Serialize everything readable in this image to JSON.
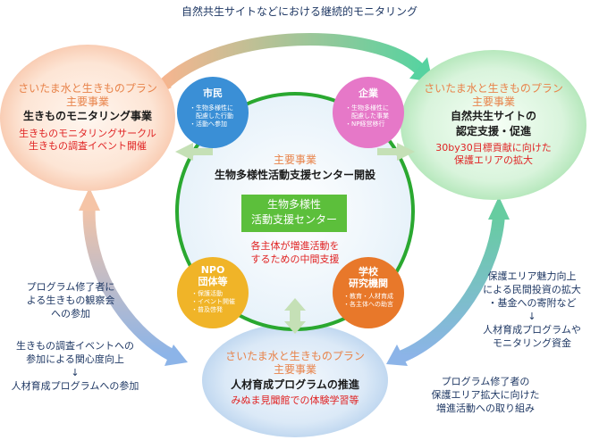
{
  "top_caption": "自然共生サイトなどにおける継続的モニタリング",
  "plan_label": "さいたま水と生きものプラン",
  "main_project_label": "主要事業",
  "left_node": {
    "title": "生きものモニタリング事業",
    "detail1": "生きものモニタリングサークル",
    "detail2": "生きもの調査イベント開催"
  },
  "right_node": {
    "title1": "自然共生サイトの",
    "title2": "認定支援・促進",
    "detail1": "30by30目標貢献に向けた",
    "detail2": "保護エリアの拡大"
  },
  "bottom_node": {
    "title": "人材育成プログラムの推進",
    "detail": "みぬま見聞館での体験学習等"
  },
  "center": {
    "main_label": "主要事業",
    "title": "生物多様性活動支援センター開設",
    "box_line1": "生物多様性",
    "box_line2": "活動支援センター",
    "sub1": "各主体が増進活動を",
    "sub2": "するための中間支援"
  },
  "actors": {
    "citizen": {
      "name": "市民",
      "items": [
        "・生物多様性に",
        "　配慮した行動",
        "・活動へ参加"
      ]
    },
    "company": {
      "name": "企業",
      "items": [
        "・生物多様性に",
        "　配慮した事業",
        "・NP経営移行"
      ]
    },
    "npo": {
      "name1": "NPO",
      "name2": "団体等",
      "items": [
        "・保護活動",
        "・イベント開催",
        "・普及啓発"
      ]
    },
    "school": {
      "name1": "学校",
      "name2": "研究機関",
      "items": [
        "・教育・人材育成",
        "・各主体への助言"
      ]
    }
  },
  "left_notes": {
    "note1": [
      "プログラム修了者に",
      "よる生きもの観察会",
      "への参加"
    ],
    "note2": [
      "生きもの調査イベントへの",
      "参加による関心度向上",
      "↓",
      "人材育成プログラムへの参加"
    ]
  },
  "right_notes": {
    "note1": [
      "保護エリア魅力向上",
      "による民間投資の拡大",
      "・基金への寄附など",
      "↓",
      "人材育成プログラムや",
      "モニタリング資金"
    ],
    "note2": [
      "プログラム修了者の",
      "保護エリア拡大に向けた",
      "増進活動への取り組み"
    ]
  },
  "colors": {
    "orange_text": "#e8834a",
    "red_text": "#e02424",
    "green_box": "#5cbf3b",
    "green_ring": "#2aa830",
    "citizen_circle": "#3a8fd6",
    "company_circle": "#e678c8",
    "npo_circle": "#f0b428",
    "school_circle": "#e8782a"
  }
}
